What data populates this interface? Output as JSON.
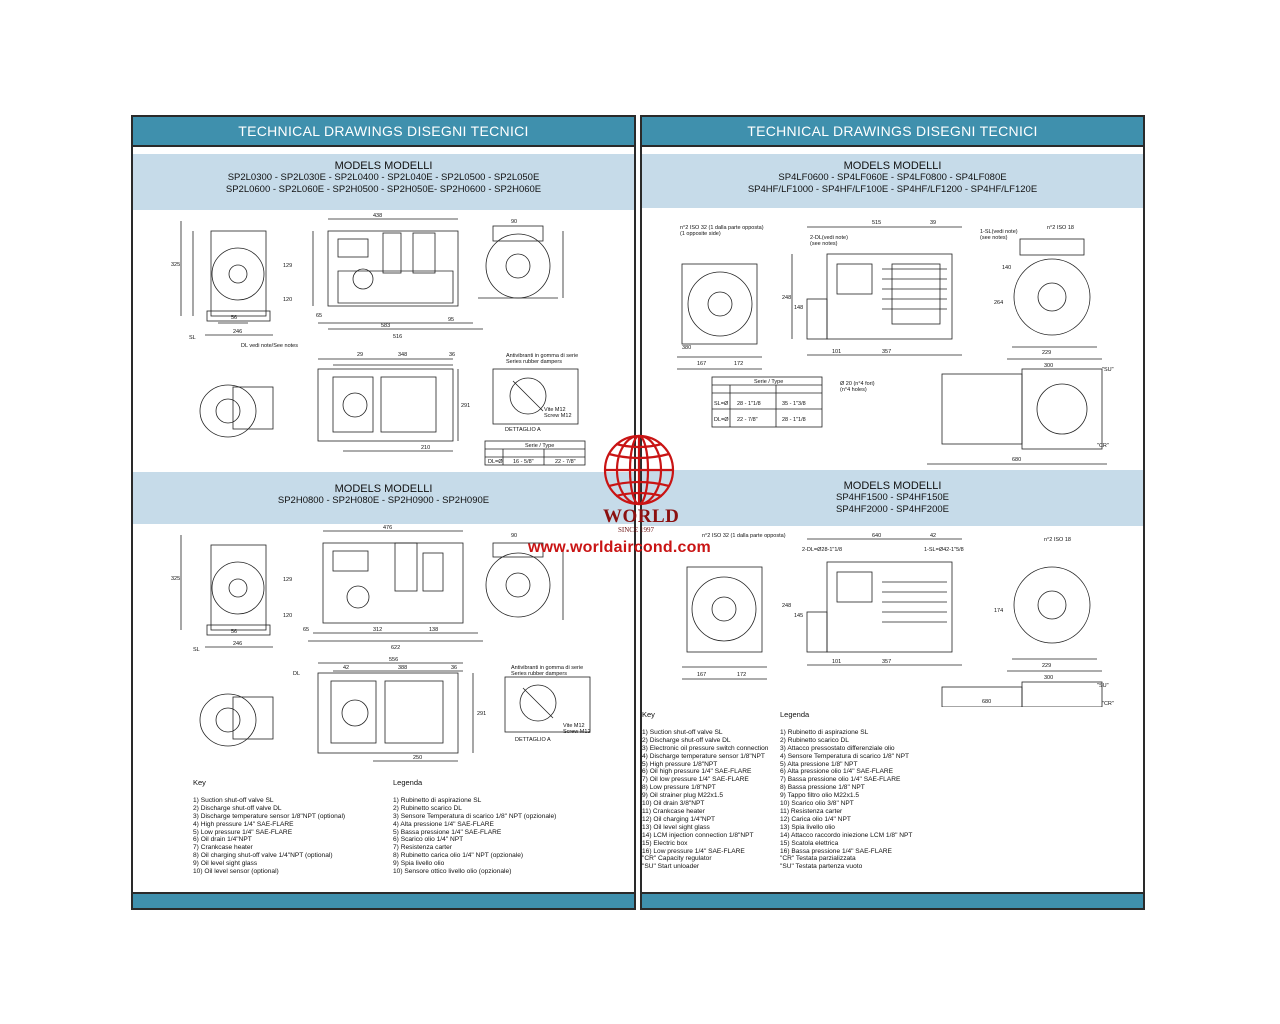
{
  "left": {
    "header": "TECHNICAL DRAWINGS  DISEGNI TECNICI",
    "top_models": {
      "title": "MODELS  MODELLI",
      "lines": [
        "SP2L0300 - SP2L030E - SP2L0400 - SP2L040E - SP2L0500 - SP2L050E",
        "SP2L0600 - SP2L060E - SP2H0500 - SP2H050E- SP2H0600 - SP2H060E"
      ]
    },
    "bottom_models": {
      "title": "MODELS  MODELLI",
      "lines": [
        "SP2H0800 - SP2H080E - SP2H0900 - SP2H090E"
      ]
    },
    "key": {
      "title": "Key",
      "items": [
        "1) Suction shut-off valve SL",
        "2) Discharge shut-off valve DL",
        "3) Discharge temperature sensor 1/8\"NPT (optional)",
        "4) High pressure 1/4\" SAE-FLARE",
        "5) Low pressure 1/4\" SAE-FLARE",
        "6) Oil drain 1/4\"NPT",
        "7) Crankcase heater",
        "8) Oil charging shut-off valve 1/4\"NPT (optional)",
        "9) Oil level sight glass",
        "10) Oil level sensor (optional)"
      ]
    },
    "legenda": {
      "title": "Legenda",
      "items": [
        "1) Rubinetto di aspirazione SL",
        "2) Rubinetto scarico DL",
        "3) Sensore Temperatura di scarico 1/8\" NPT (opzionale)",
        "4) Alta pressione 1/4\" SAE-FLARE",
        "5) Bassa pressione 1/4\" SAE-FLARE",
        "6) Scarico olio 1/4\" NPT",
        "7) Resistenza carter",
        "8) Rubinetto carica olio 1/4\" NPT (opzionale)",
        "9) Spia livello olio",
        "10) Sensore ottico livello olio (opzionale)"
      ]
    },
    "top_drawing": {
      "dims": [
        "438",
        "90",
        "325",
        "129",
        "120",
        "56",
        "246",
        "95",
        "583",
        "516",
        "348",
        "36",
        "291",
        "210",
        "29",
        "65"
      ],
      "notes": [
        "DL vedi note/See notes",
        "Antivibranti in gomma di serie",
        "Series rubber dampers",
        "Vite M12",
        "Screw M12",
        "DETTAGLIO A",
        "SL",
        "Serie / Type",
        "16 - 5/8\"",
        "22 - 7/8\"",
        "DL=Ø"
      ]
    },
    "bottom_drawing": {
      "dims": [
        "476",
        "90",
        "325",
        "129",
        "120",
        "56",
        "246",
        "312",
        "138",
        "622",
        "556",
        "42",
        "388",
        "36",
        "291",
        "250",
        "65"
      ],
      "notes": [
        "DL",
        "Antivibranti in gomma di serie",
        "Series rubber dampers",
        "Vite M12",
        "Screw M12",
        "DETTAGLIO A",
        "SL"
      ]
    }
  },
  "right": {
    "header": "TECHNICAL DRAWINGS  DISEGNI TECNICI",
    "top_models": {
      "title": "MODELS  MODELLI",
      "lines": [
        "SP4LF0600 - SP4LF060E - SP4LF0800 - SP4LF080E",
        "SP4HF/LF1000 - SP4HF/LF100E - SP4HF/LF1200 - SP4HF/LF120E"
      ]
    },
    "bottom_models": {
      "title": "MODELS  MODELLI",
      "lines": [
        "SP4HF1500 - SP4HF150E",
        "SP4HF2000 - SP4HF200E"
      ]
    },
    "key": {
      "title": "Key",
      "items": [
        "1) Suction shut-off valve SL",
        "2) Discharge shut-off valve DL",
        "3) Electronic oil pressure switch connection",
        "4) Discharge temperature sensor 1/8\"NPT",
        "5) High pressure 1/8\"NPT",
        "6) Oil high pressure 1/4\" SAE-FLARE",
        "7) Oil low pressure 1/4\" SAE-FLARE",
        "8) Low pressure 1/8\"NPT",
        "9) Oil strainer plug M22x1.5",
        "10) Oil drain 3/8\"NPT",
        "11) Crankcase heater",
        "12) Oil charging 1/4\"NPT",
        "13) Oil level sight glass",
        "14) LCM injection connection 1/8\"NPT",
        "15) Electric box",
        "16) Low pressure 1/4\" SAE-FLARE",
        "\"CR\" Capacity regulator",
        "\"SU\" Start unloader"
      ]
    },
    "legenda": {
      "title": "Legenda",
      "items": [
        "1) Rubinetto di aspirazione SL",
        "2) Rubinetto scarico DL",
        "3) Attacco pressostato differenziale olio",
        "4) Sensore Temperatura di scarico 1/8\" NPT",
        "5) Alta pressione 1/8\" NPT",
        "6) Alta pressione olio 1/4\" SAE-FLARE",
        "7) Bassa pressione olio 1/4\" SAE-FLARE",
        "8) Bassa pressione 1/8\" NPT",
        "9) Tappo filtro olio M22x1.5",
        "10) Scarico olio 3/8\" NPT",
        "11) Resistenza carter",
        "12) Carica olio 1/4\" NPT",
        "13) Spia livello olio",
        "14) Attacco raccordo iniezione LCM 1/8\" NPT",
        "15) Scatola elettrica",
        "16) Bassa pressione 1/4\" SAE-FLARE",
        "\"CR\" Testata parzializzata",
        "\"SU\" Testata partenza vuoto"
      ]
    },
    "top_drawing": {
      "dims": [
        "515",
        "39",
        "380",
        "167",
        "172",
        "101",
        "357",
        "148",
        "229",
        "300",
        "680",
        "248",
        "140",
        "264"
      ],
      "notes": [
        "n°2 ISO 32 (1 dalla parte opposta)",
        "(1 opposite side)",
        "2-DL(vedi note)",
        "(see notes)",
        "1-SL(vedi note)",
        "(see notes)",
        "n°2 ISO 18",
        "\"SU\"",
        "\"CR\"",
        "Serie / Type",
        "SL=Ø",
        "DL=Ø",
        "28 - 1\"1/8",
        "35 - 1\"3/8",
        "22 - 7/8\"",
        "28 - 1\"1/8",
        "Ø 20 (n°4 fori)",
        "(n°4 holes)"
      ]
    },
    "bottom_drawing": {
      "dims": [
        "640",
        "42",
        "167",
        "172",
        "101",
        "357",
        "145",
        "229",
        "300",
        "680",
        "248",
        "174"
      ],
      "notes": [
        "n°2 ISO 32 (1 dalla parte opposta)",
        "2-DL=Ø28-1\"1/8",
        "1-SL=Ø42-1\"5/8",
        "n°2 ISO 18",
        "\"SU\"",
        "\"CR\""
      ]
    }
  },
  "logo": {
    "word": "WORLD",
    "since": "SINCE 1997",
    "url": "www.worldaircond.com"
  },
  "colors": {
    "header_bar": "#3f90ad",
    "models_box": "#c6dbe9",
    "logo_red": "#c91414"
  }
}
